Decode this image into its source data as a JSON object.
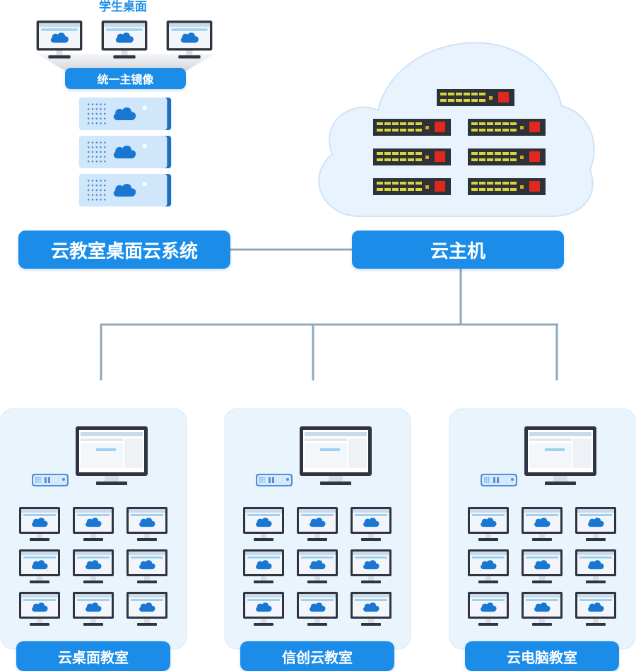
{
  "student_desktop": {
    "caption": "学生桌面",
    "banner": "统一主镜像"
  },
  "nodes": {
    "system": "云教室桌面云系统",
    "host": "云主机"
  },
  "classrooms": [
    {
      "label": "云桌面教室",
      "terminals": 9
    },
    {
      "label": "信创云教室",
      "terminals": 9
    },
    {
      "label": "云电脑教室",
      "terminals": 9
    }
  ],
  "colors": {
    "accent": "#1b8de8",
    "line": "#8fa8bb",
    "panel": "#eaf4fd",
    "server_face": "#cfe6fb",
    "cloud_fill": "#e9f3fd",
    "rack_led": "#d9d43a",
    "rack_alert": "#e0281e"
  },
  "icons": [
    "monitor-icon",
    "cloud-icon",
    "server-icon",
    "rack-server-icon",
    "thin-client-icon"
  ]
}
